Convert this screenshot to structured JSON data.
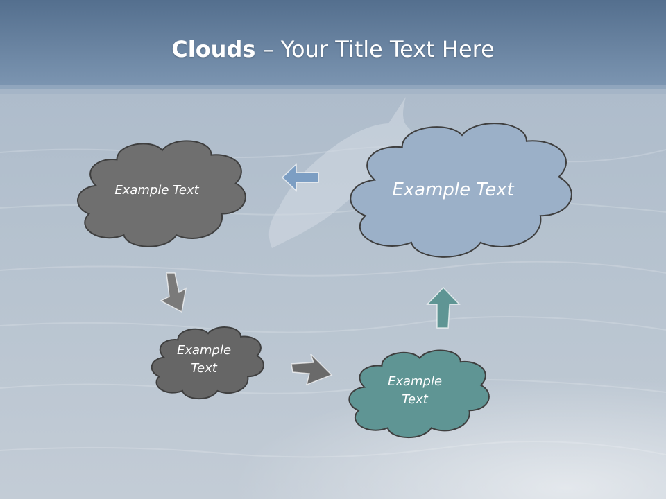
{
  "slide": {
    "title_bold": "Clouds",
    "title_dash": " – ",
    "title_rest": "Your Title Text Here"
  },
  "clouds": {
    "large_gray": {
      "label": "Example Text",
      "fill": "#6f6f6f"
    },
    "large_blue": {
      "label": "Example Text",
      "fill": "#9bb0c8"
    },
    "small_gray": {
      "label_line1": "Example",
      "label_line2": "Text",
      "fill": "#666666"
    },
    "small_teal": {
      "label_line1": "Example",
      "label_line2": "Text",
      "fill": "#5f9594"
    }
  },
  "arrows": {
    "to_gray": "#7c9ec3",
    "down": "#7a7a7a",
    "right": "#6a6a6a",
    "up": "#5f9594"
  },
  "colors": {
    "sky_top": "#587392",
    "sky_bottom": "#7d97b3",
    "sea": "#b9c6d2",
    "outline": "#3f3f3f"
  }
}
